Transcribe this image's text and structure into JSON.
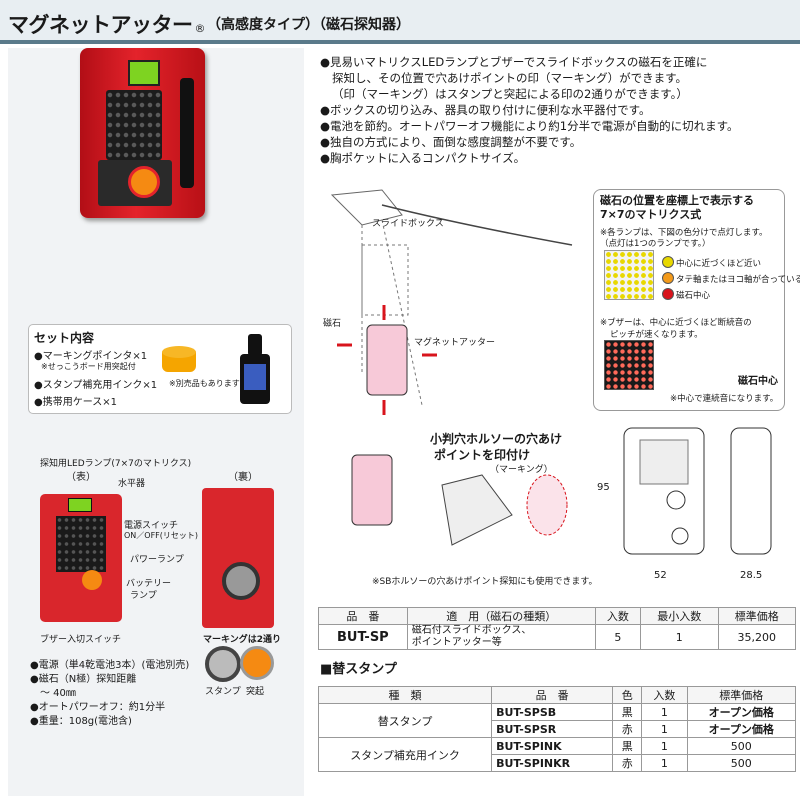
{
  "header": {
    "title": "マグネットアッター",
    "registered": "®",
    "subtitle": "（高感度タイプ）（磁石探知器）"
  },
  "set": {
    "title": "セット内容",
    "items": [
      "●マーキングポインタ×1",
      "※せっこうボード用突起付",
      "●スタンプ補充用インク×1",
      "※別売品もあります",
      "●携帯用ケース×1"
    ]
  },
  "device": {
    "front_label": "（表）",
    "back_label": "（裏）",
    "led_label": "探知用LEDランプ(7×7のマトリクス)",
    "level_label": "水平器",
    "power_switch": "電源スイッチ",
    "power_switch_sub": "ON／OFF(リセット)",
    "power_lamp": "パワーランプ",
    "battery_lamp_1": "バッテリー",
    "battery_lamp_2": "ランプ",
    "buzzer_switch": "ブザー入切スイッチ",
    "marking_two": "マーキングは2通り",
    "stamp_label": "スタンプ",
    "protrusion_label": "突起"
  },
  "specs": [
    "●電源（単4乾電池3本）(電池別売)",
    "●磁石（N極）探知距離",
    "～ 40㎜",
    "●オートパワーオフ：約1分半",
    "●重量：108g(電池含)"
  ],
  "features": [
    "●見易いマトリクスLEDランプとブザーでスライドボックスの磁石を正確に",
    "探知し、その位置で穴あけポイントの印（マーキング）ができます。",
    "（印（マーキング）はスタンプと突起による印の2通りができます。）",
    "●ボックスの切り込み、器具の取り付けに便利な水平器付です。",
    "●電池を節約。オートパワーオフ機能により約1分半で電源が自動的に切れます。",
    "●独自の方式により、面倒な感度調整が不要です。",
    "●胸ポケットに入るコンパクトサイズ。"
  ],
  "diagram": {
    "slide_box": "スライドボックス",
    "magnet": "磁石",
    "magnet_atter": "マグネットアッター",
    "mark_title_1": "小判穴ホルソーの穴あけ",
    "mark_title_2": "ポイントを印付け",
    "marking": "（マーキング）",
    "note": "※SBホルソーの穴あけポイント探知にも使用できます。"
  },
  "matrix_box": {
    "title_1": "磁石の位置を座標上で表示する",
    "title_2": "7×7のマトリクス式",
    "note_1": "※各ランプは、下図の色分けで点灯します。",
    "note_2": "（点灯は1つのランプです。）",
    "legend": [
      {
        "label": "中心に近づくほど近い",
        "color": "#e8d800"
      },
      {
        "label": "タテ軸またはヨコ軸が合っている",
        "color": "#f39a1a"
      },
      {
        "label": "磁石中心",
        "color": "#d8141c"
      }
    ],
    "buzzer_note_1": "※ブザーは、中心に近づくほど断続音の",
    "buzzer_note_2": "ピッチが速くなります。",
    "magnet_center": "磁石中心",
    "continuous": "※中心で連続音になります。"
  },
  "dimensions": {
    "height": "95",
    "width": "52",
    "depth": "28.5"
  },
  "main_table": {
    "headers": [
      "品　番",
      "適　用（磁石の種類）",
      "入数",
      "最小入数",
      "標準価格"
    ],
    "row": {
      "code": "BUT-SP",
      "use_1": "磁石付スライドボックス、",
      "use_2": "ポイントアッター等",
      "qty": "5",
      "min_qty": "1",
      "price": "35,200"
    }
  },
  "replacement": {
    "title": "■替スタンプ",
    "headers": [
      "種　類",
      "品　番",
      "色",
      "入数",
      "標準価格"
    ],
    "rows": [
      {
        "type": "替スタンプ",
        "code": "BUT-SPSB",
        "color": "黒",
        "qty": "1",
        "price": "オープン価格"
      },
      {
        "type": "",
        "code": "BUT-SPSR",
        "color": "赤",
        "qty": "1",
        "price": "オープン価格"
      },
      {
        "type": "スタンプ補充用インク",
        "code": "BUT-SPINK",
        "color": "黒",
        "qty": "1",
        "price": "500"
      },
      {
        "type": "",
        "code": "BUT-SPINKR",
        "color": "赤",
        "qty": "1",
        "price": "500"
      }
    ]
  }
}
